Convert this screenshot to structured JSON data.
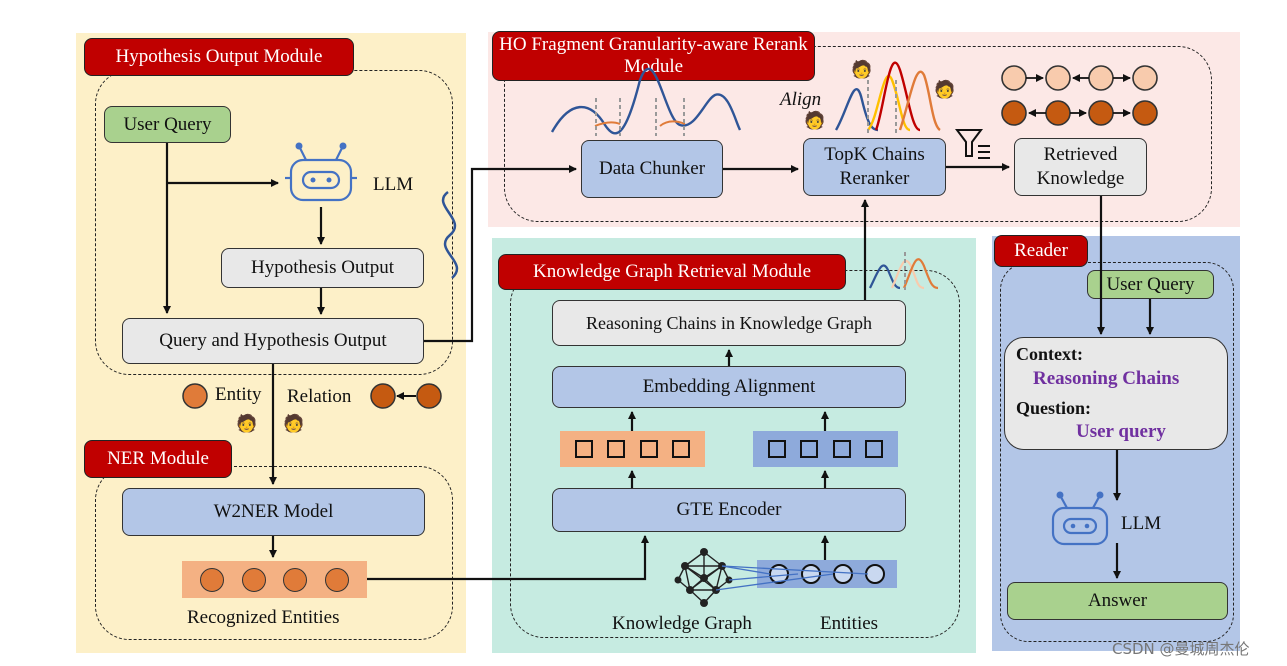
{
  "hypothesis_module": {
    "title": "Hypothesis Output Module",
    "user_query": "User Query",
    "llm": "LLM",
    "hypothesis_output": "Hypothesis Output",
    "query_hypothesis": "Query and Hypothesis Output"
  },
  "legend": {
    "entity": "Entity",
    "relation": "Relation"
  },
  "ner_module": {
    "title": "NER Module",
    "model": "W2NER Model",
    "recognized": "Recognized Entities"
  },
  "rerank_module": {
    "title": "HO Fragment Granularity-aware Rerank Module",
    "chunker": "Data Chunker",
    "reranker": "TopK Chains Reranker",
    "retrieved": "Retrieved Knowledge",
    "align": "Align"
  },
  "kg_module": {
    "title": "Knowledge Graph Retrieval Module",
    "reasoning": "Reasoning Chains in Knowledge Graph",
    "alignment": "Embedding Alignment",
    "encoder": "GTE Encoder",
    "kg": "Knowledge Graph",
    "entities": "Entities"
  },
  "reader": {
    "title": "Reader",
    "user_query": "User Query",
    "context_label": "Context:",
    "context_value": "Reasoning Chains",
    "question_label": "Question:",
    "question_value": "User query",
    "llm": "LLM",
    "answer": "Answer"
  },
  "watermark": "CSDN @曼城周杰伦",
  "colors": {
    "title_red": "#c00000",
    "hypothesis_bg": "#fdf0c8",
    "rerank_bg": "#fce8e6",
    "kg_bg": "#c6ebe1",
    "reader_bg": "#b3c6e7",
    "box_blue": "#b3c6e7",
    "box_green": "#a9d18e",
    "entity_orange": "#e07b39",
    "relation_brown": "#c55a11"
  }
}
